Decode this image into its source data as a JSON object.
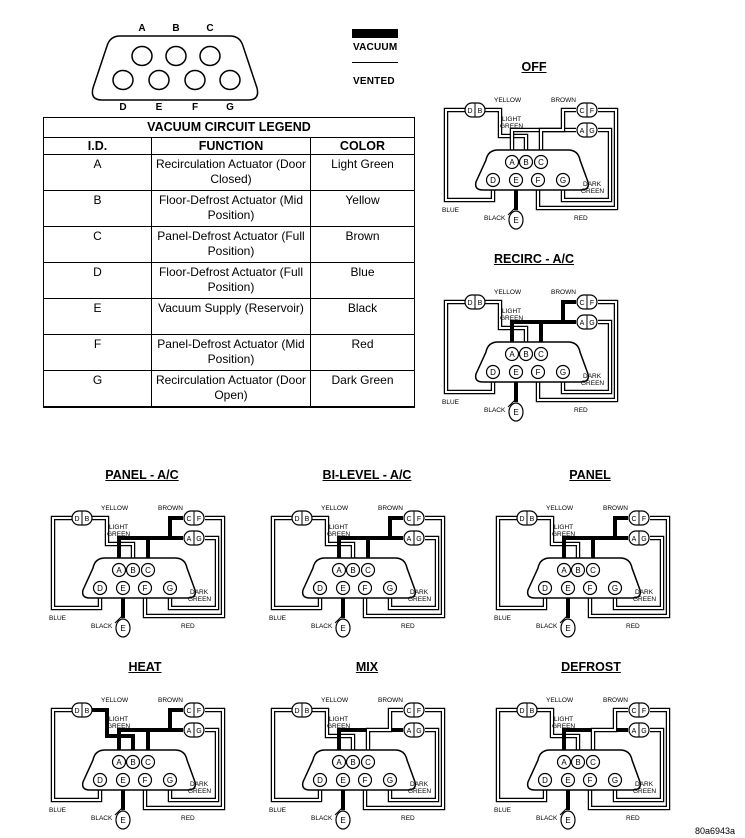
{
  "connector": {
    "top_letters": [
      "A",
      "B",
      "C"
    ],
    "bottom_letters": [
      "D",
      "E",
      "F",
      "G"
    ]
  },
  "key": {
    "vacuum_label": "VACUUM",
    "vented_label": "VENTED"
  },
  "legend": {
    "title": "VACUUM CIRCUIT LEGEND",
    "headers": [
      "I.D.",
      "FUNCTION",
      "COLOR"
    ],
    "rows": [
      {
        "id": "A",
        "function": "Recirculation Actuator (Door Closed)",
        "color": "Light Green"
      },
      {
        "id": "B",
        "function": "Floor-Defrost Actuator (Mid Position)",
        "color": "Yellow"
      },
      {
        "id": "C",
        "function": "Panel-Defrost Actuator (Full Position)",
        "color": "Brown"
      },
      {
        "id": "D",
        "function": "Floor-Defrost Actuator (Full Position)",
        "color": "Blue"
      },
      {
        "id": "E",
        "function": "Vacuum Supply (Reservoir)",
        "color": "Black"
      },
      {
        "id": "F",
        "function": "Panel-Defrost Actuator (Mid Position)",
        "color": "Red"
      },
      {
        "id": "G",
        "function": "Recirculation Actuator (Door Open)",
        "color": "Dark Green"
      }
    ]
  },
  "wire_labels": {
    "yellow": "YELLOW",
    "brown": "BROWN",
    "light": "LIGHT",
    "green": "GREEN",
    "dark": "DARK",
    "blue": "BLUE",
    "black": "BLACK",
    "red": "RED"
  },
  "diagrams": [
    {
      "title": "OFF",
      "vac": {
        "A": 0,
        "B": 0,
        "C": 0,
        "D": 0,
        "F": 0,
        "G": 0
      }
    },
    {
      "title": "RECIRC - A/C",
      "vac": {
        "A": 1,
        "B": 0,
        "C": 1,
        "D": 0,
        "F": 0,
        "G": 0
      }
    },
    {
      "title": "PANEL - A/C",
      "vac": {
        "A": 1,
        "B": 0,
        "C": 1,
        "D": 0,
        "F": 0,
        "G": 0
      }
    },
    {
      "title": "BI-LEVEL - A/C",
      "vac": {
        "A": 1,
        "B": 0,
        "C": 1,
        "D": 0,
        "F": 0,
        "G": 0
      }
    },
    {
      "title": "PANEL",
      "vac": {
        "A": 1,
        "B": 0,
        "C": 1,
        "D": 0,
        "F": 0,
        "G": 0
      }
    },
    {
      "title": "HEAT",
      "vac": {
        "A": 1,
        "B": 1,
        "C": 1,
        "D": 0,
        "F": 0,
        "G": 0
      }
    },
    {
      "title": "MIX",
      "vac": {
        "A": 1,
        "B": 0,
        "C": 0,
        "D": 0,
        "F": 0,
        "G": 0
      }
    },
    {
      "title": "DEFROST",
      "vac": {
        "A": 1,
        "B": 0,
        "C": 0,
        "D": 0,
        "F": 0,
        "G": 0
      }
    }
  ],
  "figure_ref": "80a6943a"
}
